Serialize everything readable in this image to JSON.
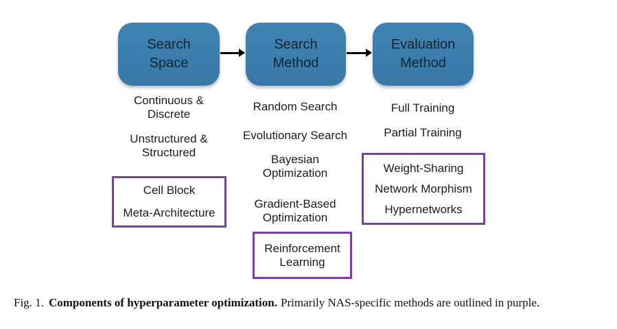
{
  "diagram": {
    "flow_boxes": [
      {
        "label": "Search\nSpace"
      },
      {
        "label": "Search\nMethod"
      },
      {
        "label": "Evaluation\nMethod"
      }
    ],
    "search_space_column": {
      "item1": "Continuous &\nDiscrete",
      "item2": "Unstructured &\nStructured",
      "outlined_item1": "Cell Block",
      "outlined_item2": "Meta-Architecture"
    },
    "search_method_column": {
      "item1": "Random Search",
      "item2": "Evolutionary Search",
      "item3": "Bayesian\nOptimization",
      "item4": "Gradient-Based\nOptimization",
      "outlined_item1": "Reinforcement\nLearning"
    },
    "evaluation_method_column": {
      "item1": "Full Training",
      "item2": "Partial Training",
      "outlined_item1": "Weight-Sharing",
      "outlined_item2": "Network Morphism",
      "outlined_item3": "Hypernetworks"
    }
  },
  "caption": {
    "label": "Fig. 1.",
    "title_bold": "Components of hyperparameter optimization.",
    "text": "Primarily NAS-specific methods are outlined in purple."
  },
  "colors": {
    "flow_box_blue": "#3c7eae",
    "outline_purple": "#7b3fa3",
    "arrow_black": "#000000"
  }
}
